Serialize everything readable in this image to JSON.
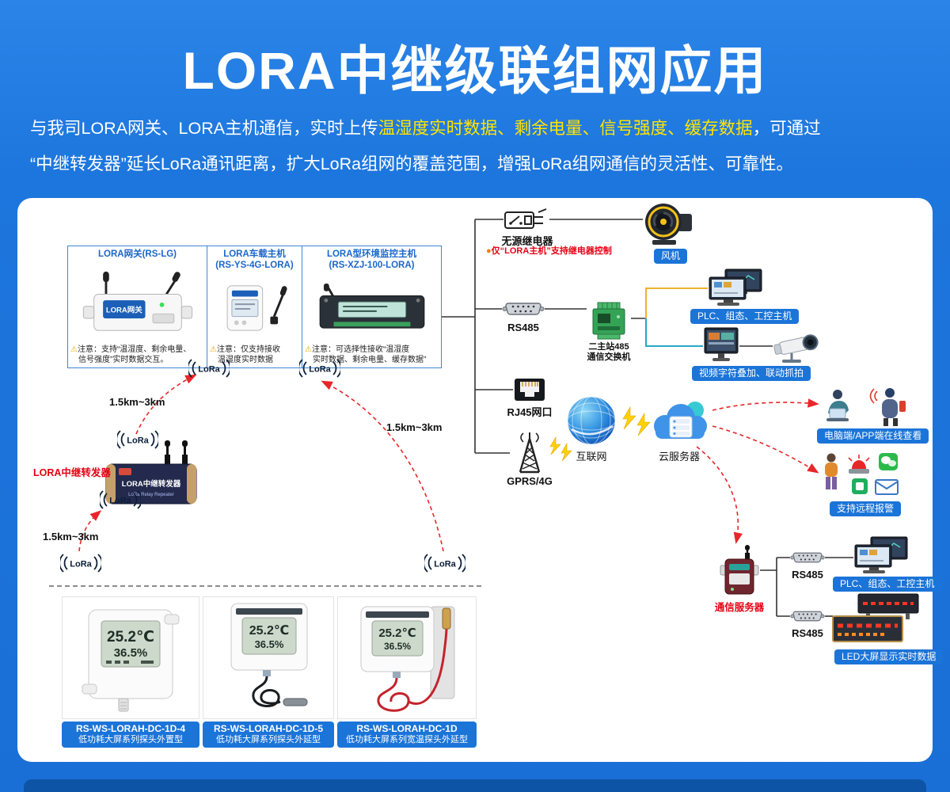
{
  "colors": {
    "bg_blue": "#1a6fd6",
    "accent_blue": "#1b74d8",
    "highlight_yellow": "#ffe400",
    "alert_red": "#e60012",
    "link_red": "#e8262a"
  },
  "icons": {
    "warning": "⚠",
    "dot": "●"
  },
  "header": {
    "title": "LORA中继级联组网应用",
    "line1_a": "与我司LORA网关、LORA主机通信，实时上传",
    "line1_hl": "温湿度实时数据、剩余电量、信号强度、缓存数据",
    "line1_b": "，可通过",
    "line2": "“中继转发器”延长LoRa通讯距离，扩大LoRa组网的覆盖范围，增强LoRa组网通信的灵活性、可靠性。"
  },
  "boxes": [
    {
      "title1": "LORA网关(RS-LG)",
      "device_text": "LORA网关",
      "note1": "注意：支持“温湿度、剩余电量、",
      "note2": "信号强度”实时数据交互。"
    },
    {
      "title1": "LORA车载主机",
      "title2": "(RS-YS-4G-LORA)",
      "note1": "注意：仅支持接收",
      "note2": "温湿度实时数据"
    },
    {
      "title1": "LORA型环境监控主机",
      "title2": "(RS-XZJ-100-LORA)",
      "note1": "注意：可选择性接收“温湿度",
      "note2": "实时数据、剩余电量、缓存数据”"
    }
  ],
  "nodes": {
    "relay_label": "无源继电器",
    "relay_warning": "仅“LORA主机”支持继电器控制",
    "fan": "风机",
    "rs485": "RS485",
    "switch1": "二主站485",
    "switch2": "通信交换机",
    "plc": "PLC、组态、工控主机",
    "video": "视频字符叠加、联动抓拍",
    "rj45": "RJ45网口",
    "internet": "互联网",
    "gprs": "GPRS/4G",
    "cloud": "云服务器",
    "pc_app": "电脑端/APP端在线查看",
    "alarm": "支持远程报警",
    "comm_server": "通信服务器",
    "rs485_top": "RS485",
    "plc2": "PLC、组态、工控主机",
    "rs485_bottom": "RS485",
    "led": "LED大屏显示实时数据"
  },
  "repeater": {
    "label": "LORA中继转发器",
    "body_title": "LORA中继转发器",
    "body_sub": "LoRa Relay Repeater"
  },
  "lora": "LoRa",
  "distances": [
    "1.5km~3km",
    "1.5km~3km",
    "1.5km~3km"
  ],
  "products": [
    {
      "model": "RS-WS-LORAH-DC-1D-4",
      "desc": "低功耗大屏系列探头外置型",
      "lcd_temp": "25.2℃",
      "lcd_hum": "36.5%"
    },
    {
      "model": "RS-WS-LORAH-DC-1D-5",
      "desc": "低功耗大屏系列探头外延型",
      "lcd_temp": "25.2℃",
      "lcd_hum": "36.5%"
    },
    {
      "model": "RS-WS-LORAH-DC-1D",
      "desc": "低功耗大屏系列宽温探头外延型",
      "lcd_temp": "25.2℃",
      "lcd_hum": "36.5%"
    }
  ]
}
